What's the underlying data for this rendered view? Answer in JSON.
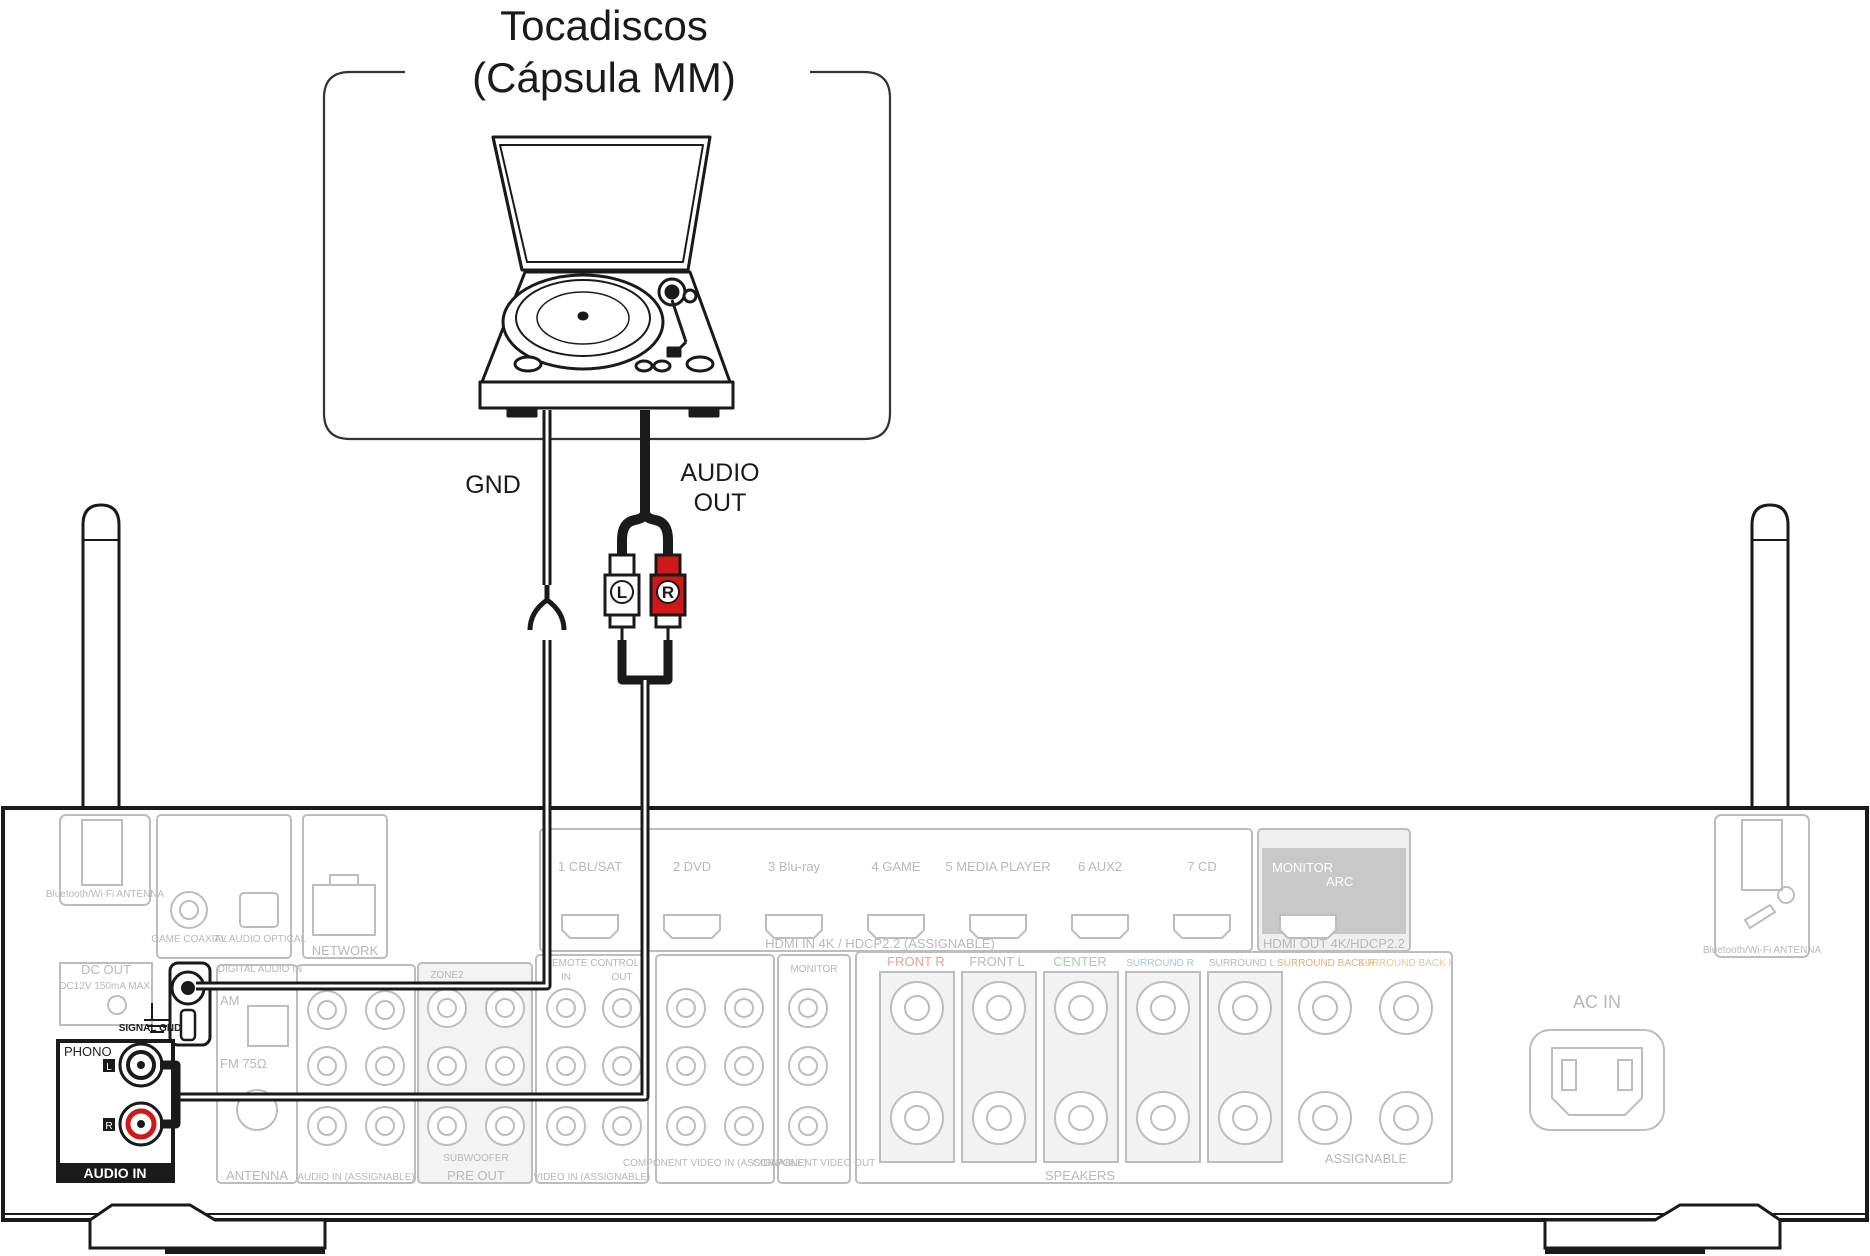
{
  "device": {
    "title_line1": "Tocadiscos",
    "title_line2": "(Cápsula MM)"
  },
  "cables": {
    "gnd_label": "GND",
    "audio_label_line1": "AUDIO",
    "audio_label_line2": "OUT",
    "plug_left": "L",
    "plug_right": "R"
  },
  "receiver": {
    "bt_antenna_left": "Bluetooth/Wi-Fi ANTENNA",
    "bt_antenna_right": "Bluetooth/Wi-Fi ANTENNA",
    "game_coaxial": "GAME COAXIAL",
    "tv_audio_optical": "TV AUDIO OPTICAL",
    "network": "NETWORK",
    "dc_out": "DC OUT",
    "dc_out_spec": "DC12V 150mA MAX.",
    "digital_audio_in": "DIGITAL AUDIO IN",
    "am": "AM",
    "fm": "FM 75Ω",
    "antenna": "ANTENNA",
    "signal_gnd": "SIGNAL GND",
    "phono": "PHONO",
    "phono_l": "L",
    "phono_r": "R",
    "audio_in": "AUDIO IN",
    "audio_in_assignable": "AUDIO IN (ASSIGNABLE)",
    "zone2": "ZONE2",
    "pre_out": "PRE OUT",
    "subwoofer": "SUBWOOFER",
    "remote_control": "REMOTE CONTROL",
    "remote_in": "IN",
    "remote_out": "OUT",
    "video_in_assignable": "VIDEO IN (ASSIGNABLE)",
    "component_video_in": "COMPONENT VIDEO IN (ASSIGNABLE)",
    "component_video_out": "COMPONENT VIDEO OUT",
    "monitor": "MONITOR",
    "hdmi_inputs": [
      "1 CBL/SAT",
      "2 DVD",
      "3 Blu-ray",
      "4 GAME",
      "5 MEDIA PLAYER",
      "6 AUX2",
      "7 CD"
    ],
    "hdmi_in": "HDMI IN  4K / HDCP2.2 (ASSIGNABLE)",
    "hdmi_monitor": "MONITOR",
    "hdmi_arc": "ARC",
    "hdmi_out": "HDMI OUT 4K/HDCP2.2",
    "speaker_channels": [
      "FRONT R",
      "FRONT L",
      "CENTER",
      "SURROUND R",
      "SURROUND L",
      "SURROUND BACK R",
      "SURROUND BACK L"
    ],
    "speakers": "SPEAKERS",
    "assignable": "ASSIGNABLE",
    "ac_in": "AC IN"
  }
}
